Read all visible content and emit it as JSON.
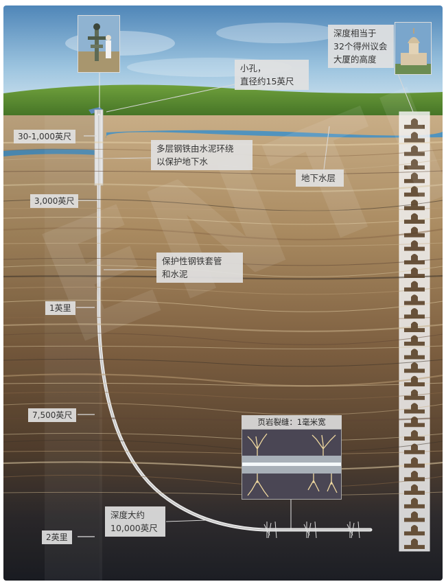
{
  "callouts": {
    "small_hole": [
      "小孔，",
      "直径约15英尺"
    ],
    "steel_layers": [
      "多层钢铁由水泥环绕",
      "以保护地下水"
    ],
    "aquifer": "地下水层",
    "casing": [
      "保护性钢铁套管",
      "和水泥"
    ],
    "total_depth": [
      "深度大约",
      "10,000英尺"
    ],
    "capitol_compare": [
      "深度相当于",
      "32个得州议会",
      "大厦的高度"
    ]
  },
  "depth_markers": [
    "30-1,000英尺",
    "3,000英尺",
    "1英里",
    "7,500英尺",
    "2英里"
  ],
  "inset": {
    "title": "页岩裂缝：1毫米宽"
  },
  "building_stack": {
    "count": 32
  },
  "watermark": "ENTI"
}
